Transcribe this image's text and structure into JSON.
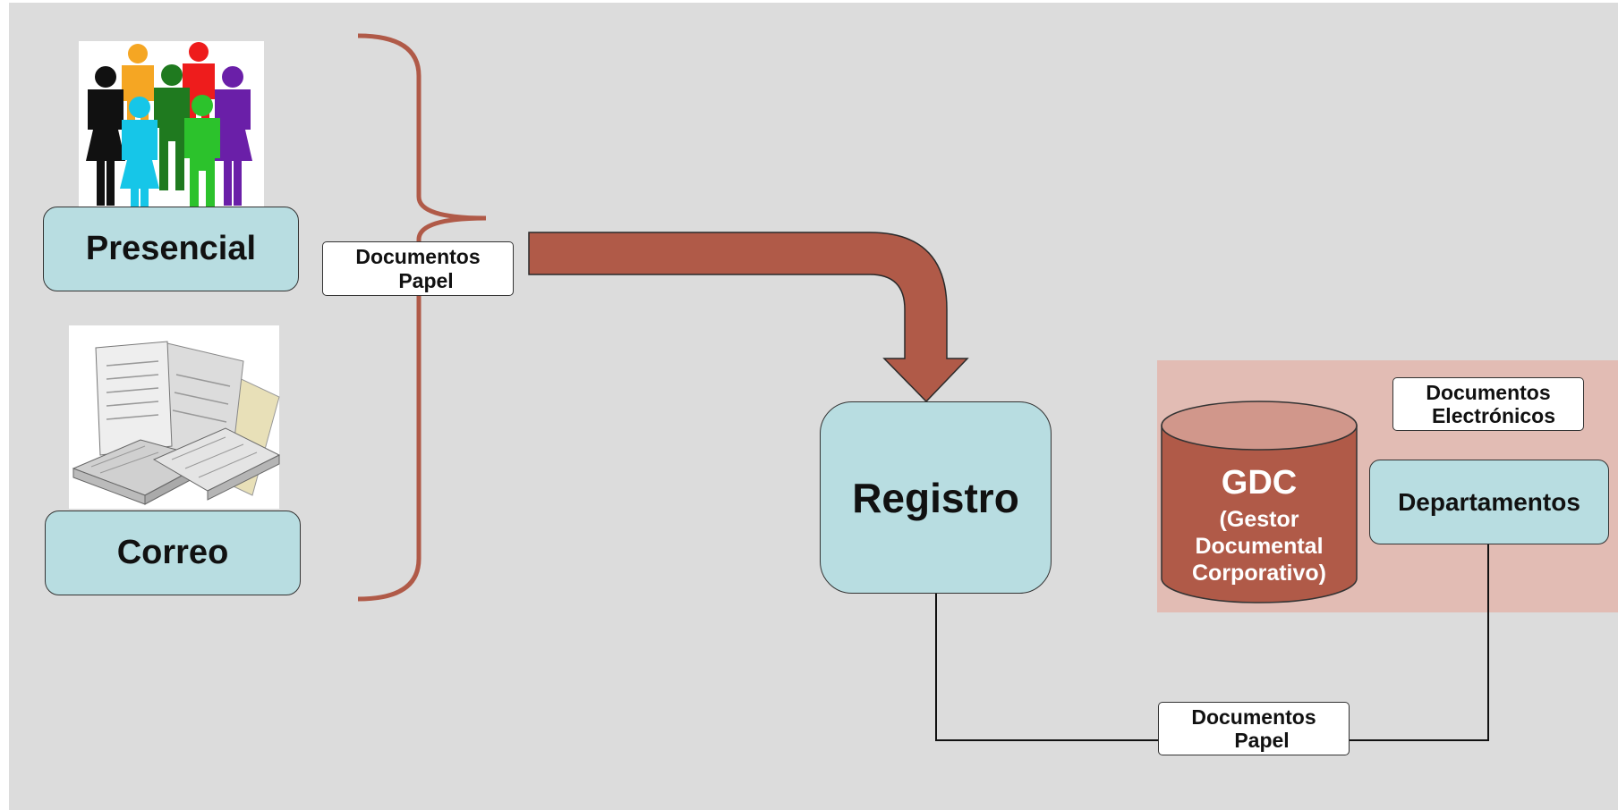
{
  "diagram": {
    "channels": {
      "presencial": "Presencial",
      "correo": "Correo"
    },
    "paper_label_top": {
      "line1": "Documentos",
      "line2": "Papel"
    },
    "registro": "Registro",
    "gdc": {
      "title": "GDC",
      "line1": "(Gestor",
      "line2": "Documental",
      "line3": "Corporativo)"
    },
    "electronic_label": {
      "line1": "Documentos",
      "line2": "Electrónicos"
    },
    "departamentos": "Departamentos",
    "paper_label_bottom": {
      "line1": "Documentos",
      "line2": "Papel"
    },
    "icons": [
      "people-group-icon",
      "paper-documents-icon"
    ],
    "colors": {
      "background": "#dcdcdc",
      "teal_box": "#b8dde1",
      "arrow": "#b05a48",
      "gdc_zone": "#e2bcb4",
      "cylinder": "#b05a48"
    }
  }
}
